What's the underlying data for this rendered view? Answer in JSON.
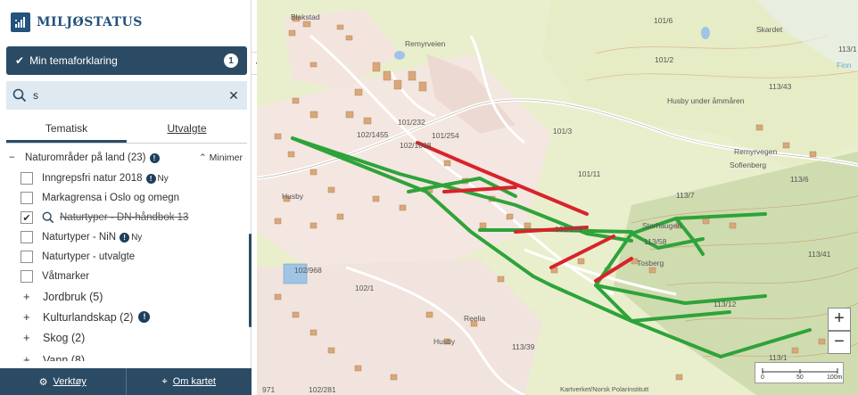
{
  "brand": {
    "name": "MILJØSTATUS"
  },
  "theme_button": {
    "label": "Min temaforklaring",
    "count": "1"
  },
  "search": {
    "value": "s"
  },
  "tabs": [
    {
      "label": "Tematisk",
      "active": true
    },
    {
      "label": "Utvalgte",
      "active": false
    }
  ],
  "group": {
    "label": "Naturområder på land (23)",
    "minimize_label": "Minimer"
  },
  "items": [
    {
      "label": "Inngrepsfri natur 2018",
      "checked": false,
      "badge": "Ny"
    },
    {
      "label": "Markagrensa i Oslo og omegn",
      "checked": false
    },
    {
      "label": "Naturtyper - DN-håndbok 13",
      "checked": true,
      "struck": true
    },
    {
      "label": "Naturtyper - NiN",
      "checked": false,
      "badge": "Ny"
    },
    {
      "label": "Naturtyper - utvalgte",
      "checked": false
    },
    {
      "label": "Våtmarker",
      "checked": false
    }
  ],
  "categories": [
    {
      "label": "Jordbruk (5)"
    },
    {
      "label": "Kulturlandskap (2)",
      "info": true
    },
    {
      "label": "Skog (2)"
    },
    {
      "label": "Vann (8)"
    }
  ],
  "bottom": {
    "tools": "Verktøy",
    "about": "Om kartet"
  },
  "map": {
    "labels": {
      "blakstad": "Blakstad",
      "remyrveien": "Remyrveien",
      "skardet": "Skardet",
      "husby_under": "Husby under åmmåren",
      "remyrvegen2": "Remyrvegen",
      "sofienberg": "Sofienberg",
      "storhaugen": "Storhaugen",
      "husby_w": "Husby",
      "husby_s": "Husby",
      "revlavegen": "Reelia",
      "tosberg": "Tosberg",
      "n101_6": "101/6",
      "n101_2": "101/2",
      "n113_43": "113/43",
      "n101_232": "101/232",
      "n101_254": "101/254",
      "n102_1008": "102/1008",
      "n102_1455": "102/1455",
      "n101_3": "101/3",
      "n101_11": "101/11",
      "n113_7": "113/7",
      "n113_6": "113/6",
      "n113_41": "113/41",
      "n113_39": "113/39",
      "n102_968": "102/968",
      "n102_1": "102/1",
      "n113_1": "113/1",
      "n971": "971",
      "n102_281": "102/281",
      "n101_159": "101/159",
      "n113_58": "113/58",
      "n113_12": "113/12",
      "finn": "Finn",
      "n113_1b": "113/1"
    },
    "scale": {
      "t0": "0",
      "t50": "50",
      "t100": "100m"
    },
    "attribution": "Kartverket/Norsk Polarinstitutt",
    "colors": {
      "green": "#2ea33a",
      "red": "#d8232a"
    }
  }
}
